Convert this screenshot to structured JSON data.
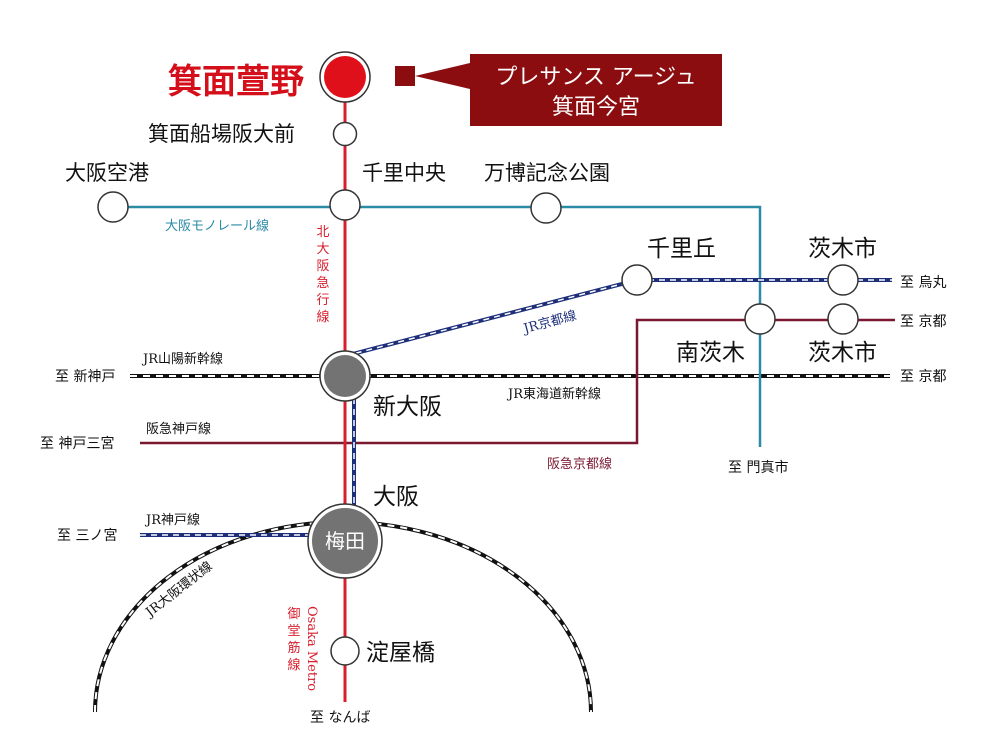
{
  "property": {
    "line1": "プレサンス アージュ",
    "line2": "箕面今宮"
  },
  "stations": {
    "minoh_kayano": "箕面萱野",
    "minoh_semba": "箕面船場阪大前",
    "senri_chuo": "千里中央",
    "osaka_airport": "大阪空港",
    "expo_park": "万博記念公園",
    "senrioka": "千里丘",
    "ibaraki_jr": "茨木市",
    "minami_ibaraki": "南茨木",
    "ibaraki_hankyu": "茨木市",
    "shin_osaka": "新大阪",
    "osaka": "大阪",
    "umeda": "梅田",
    "yodoyabashi": "淀屋橋"
  },
  "lines": {
    "monorail": "大阪モノレール線",
    "kitakyu": [
      "北",
      "大",
      "阪",
      "急",
      "行",
      "線"
    ],
    "jr_kyoto": "JR京都線",
    "sanyo_shinkansen": "JR山陽新幹線",
    "tokaido_shinkansen": "JR東海道新幹線",
    "hankyu_kobe": "阪急神戸線",
    "hankyu_kyoto": "阪急京都線",
    "jr_kobe": "JR神戸線",
    "loop": "JR大阪環状線",
    "metro_en": "Osaka Metro",
    "midosuji": [
      "御",
      "堂",
      "筋",
      "線"
    ]
  },
  "directions": {
    "karasuma": "至 烏丸",
    "kyoto_hankyu": "至 京都",
    "kyoto_shinkansen": "至 京都",
    "shin_kobe": "至 新神戸",
    "kobe_sannomiya": "至 神戸三宮",
    "kadoma": "至 門真市",
    "sannomiya": "至 三ノ宮",
    "namba": "至 なんば"
  },
  "colors": {
    "brand": "#8b0d10",
    "station_highlight": "#e0101a",
    "midosuji": "#d81e2c",
    "monorail": "#2b8aa6",
    "jr": "#1e2f7a",
    "hankyu": "#7a1830",
    "shinkansen": "#111111",
    "hub_fill": "#737373"
  }
}
